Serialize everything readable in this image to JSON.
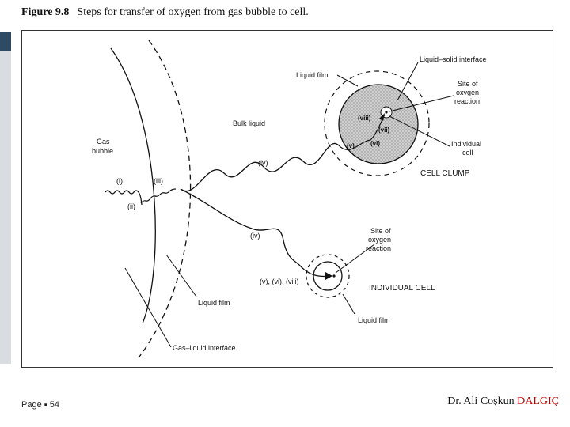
{
  "slide": {
    "caption_number": "Figure 9.8",
    "caption_text": "Steps for transfer of oxygen from gas bubble to cell."
  },
  "diagram": {
    "labels": {
      "gas_bubble_1": "Gas",
      "gas_bubble_2": "bubble",
      "bulk_liquid": "Bulk liquid",
      "liquid_film_clump": "Liquid film",
      "liquid_solid_interface": "Liquid–solid interface",
      "site_clump_1": "Site of",
      "site_clump_2": "oxygen",
      "site_clump_3": "reaction",
      "individual_cell_1": "Individual",
      "individual_cell_2": "cell",
      "cell_clump": "CELL CLUMP",
      "step_i": "(i)",
      "step_ii": "(ii)",
      "step_iii": "(iii)",
      "step_iv_upper": "(iv)",
      "step_iv_lower": "(iv)",
      "step_v_clump": "(v)",
      "step_vi_clump": "(vi)",
      "step_vii_clump": "(vii)",
      "step_viii_clump": "(viii)",
      "steps_individual": "(v), (vi), (viii)",
      "site_ind_1": "Site of",
      "site_ind_2": "oxygen",
      "site_ind_3": "reaction",
      "individual_cell_label": "INDIVIDUAL CELL",
      "liquid_film_bubble": "Liquid film",
      "liquid_film_individual": "Liquid film",
      "gas_liquid_interface": "Gas–liquid interface"
    }
  },
  "footer": {
    "page": "Page ▪ 54",
    "author_prefix": "Dr. Ali Coşkun ",
    "author_highlight": "DALGIÇ"
  },
  "colors": {
    "accent_red": "#c00000",
    "sidebar_dark": "#2f4a63"
  }
}
